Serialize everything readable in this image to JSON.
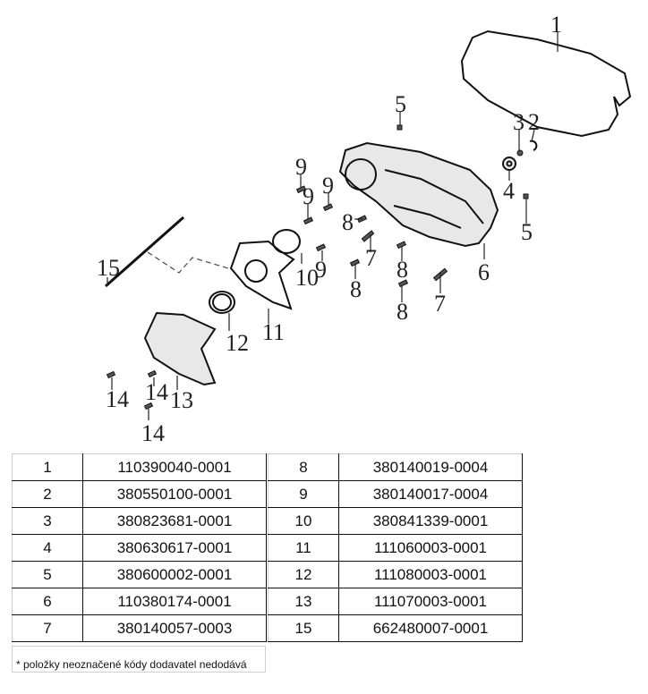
{
  "diagram": {
    "callouts": [
      "1",
      "2",
      "3",
      "4",
      "5",
      "5",
      "6",
      "7",
      "7",
      "8",
      "8",
      "8",
      "8",
      "9",
      "9",
      "9",
      "9",
      "10",
      "11",
      "12",
      "13",
      "14",
      "14",
      "14",
      "15"
    ]
  },
  "parts_table": {
    "left": [
      {
        "num": "1",
        "code": "110390040-0001"
      },
      {
        "num": "2",
        "code": "380550100-0001"
      },
      {
        "num": "3",
        "code": "380823681-0001"
      },
      {
        "num": "4",
        "code": "380630617-0001"
      },
      {
        "num": "5",
        "code": "380600002-0001"
      },
      {
        "num": "6",
        "code": "110380174-0001"
      },
      {
        "num": "7",
        "code": "380140057-0003"
      }
    ],
    "right": [
      {
        "num": "8",
        "code": "380140019-0004"
      },
      {
        "num": "9",
        "code": "380140017-0004"
      },
      {
        "num": "10",
        "code": "380841339-0001"
      },
      {
        "num": "11",
        "code": "111060003-0001"
      },
      {
        "num": "12",
        "code": "111080003-0001"
      },
      {
        "num": "13",
        "code": "111070003-0001"
      },
      {
        "num": "15",
        "code": "662480007-0001"
      }
    ]
  },
  "footnote": "* položky neoznačené kódy dodavatel nedodává"
}
